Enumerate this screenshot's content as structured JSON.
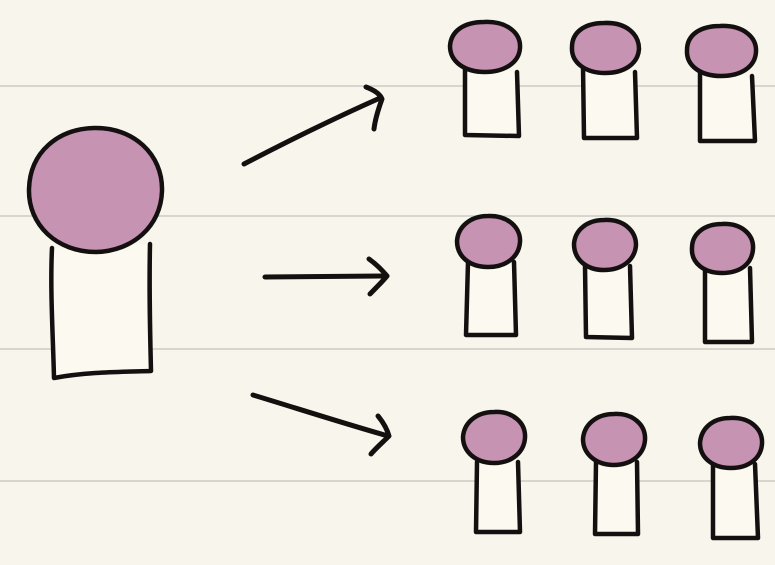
{
  "colors": {
    "paper": "#f8f6ec",
    "rule_line": "#d6d6ce",
    "ink": "#141010",
    "head_fill": "#c793b3",
    "body_fill": "#fbf9f0"
  },
  "diagram": {
    "source_figure": {
      "icon": "person-figure-large"
    },
    "arrows": [
      {
        "icon": "arrow-up-right"
      },
      {
        "icon": "arrow-right"
      },
      {
        "icon": "arrow-down-right"
      }
    ],
    "target_rows": [
      {
        "figures": [
          {
            "icon": "person-figure-small"
          },
          {
            "icon": "person-figure-small"
          },
          {
            "icon": "person-figure-small"
          }
        ]
      },
      {
        "figures": [
          {
            "icon": "person-figure-small"
          },
          {
            "icon": "person-figure-small"
          },
          {
            "icon": "person-figure-small"
          }
        ]
      },
      {
        "figures": [
          {
            "icon": "person-figure-small"
          },
          {
            "icon": "person-figure-small"
          },
          {
            "icon": "person-figure-small"
          }
        ]
      }
    ]
  }
}
